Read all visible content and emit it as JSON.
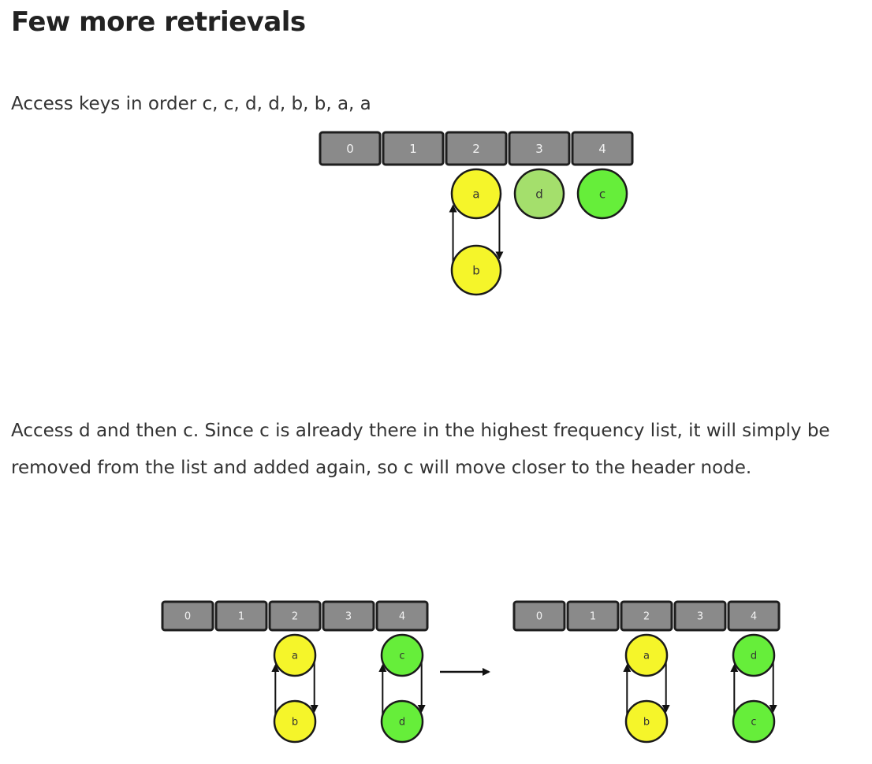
{
  "heading": "Few more retrievals",
  "paragraph1": "Access keys in order c, c, d, d, b, b, a, a",
  "paragraph2": {
    "line1": "Access d and then c. Since c is already there in the highest frequency list, it will simply be",
    "line2": "removed from the list and added again, so c will move closer to the header node."
  },
  "colors": {
    "cell_fill": "#8a8a8a",
    "cell_stroke": "#1e1e1e",
    "cell_text": "#f2f2f2",
    "yellow": "#f5f52a",
    "light_green": "#a4df6c",
    "green": "#66ee3a",
    "node_stroke": "#1a1a1a",
    "arrow": "#111111"
  },
  "diagrams": [
    {
      "id": "top",
      "cells": [
        "0",
        "1",
        "2",
        "3",
        "4"
      ],
      "lists": [
        {
          "cell": 2,
          "nodes": [
            {
              "label": "a",
              "color": "yellow"
            },
            {
              "label": "b",
              "color": "yellow"
            }
          ]
        },
        {
          "cell": 3,
          "nodes": [
            {
              "label": "d",
              "color": "light_green"
            }
          ]
        },
        {
          "cell": 4,
          "nodes": [
            {
              "label": "c",
              "color": "green"
            }
          ]
        }
      ]
    },
    {
      "id": "bottom-left",
      "cells": [
        "0",
        "1",
        "2",
        "3",
        "4"
      ],
      "lists": [
        {
          "cell": 2,
          "nodes": [
            {
              "label": "a",
              "color": "yellow"
            },
            {
              "label": "b",
              "color": "yellow"
            }
          ]
        },
        {
          "cell": 4,
          "nodes": [
            {
              "label": "c",
              "color": "green"
            },
            {
              "label": "d",
              "color": "green"
            }
          ]
        }
      ]
    },
    {
      "id": "bottom-right",
      "cells": [
        "0",
        "1",
        "2",
        "3",
        "4"
      ],
      "lists": [
        {
          "cell": 2,
          "nodes": [
            {
              "label": "a",
              "color": "yellow"
            },
            {
              "label": "b",
              "color": "yellow"
            }
          ]
        },
        {
          "cell": 4,
          "nodes": [
            {
              "label": "d",
              "color": "green"
            },
            {
              "label": "c",
              "color": "green"
            }
          ]
        }
      ]
    }
  ],
  "transition_arrow": "right-arrow"
}
